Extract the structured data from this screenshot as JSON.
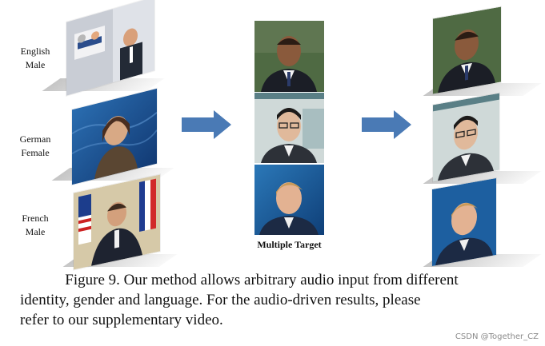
{
  "sources": [
    {
      "lines": [
        "English",
        "Male"
      ]
    },
    {
      "lines": [
        "German",
        "Female"
      ]
    },
    {
      "lines": [
        "French",
        "Male"
      ]
    }
  ],
  "target_label": "Multiple Target",
  "caption": {
    "line1": "Figure 9. Our method allows arbitrary audio input from different",
    "line2": "identity, gender and language. For the audio-driven results, please",
    "line3": "refer to our supplementary video."
  },
  "watermark": "CSDN @Together_CZ",
  "colors": {
    "arrow": "#4a7ab5",
    "page": "#ffffff"
  }
}
